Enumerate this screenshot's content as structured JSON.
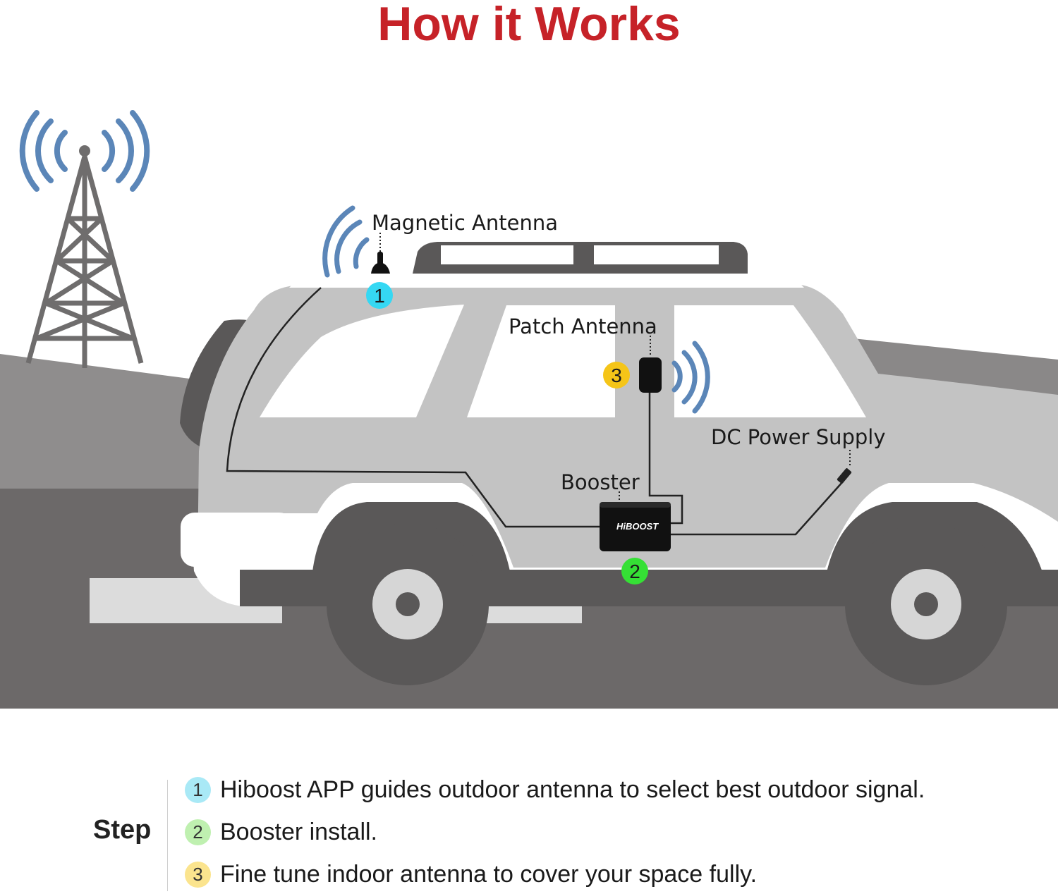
{
  "title": "How it Works",
  "colors": {
    "title": "#c62228",
    "signal_waves": "#5b86b8",
    "badge_1": "#35d8f3",
    "badge_2": "#35e035",
    "badge_3": "#f5c518",
    "step_1_circle": "#a9e9f6",
    "step_2_circle": "#bff0b0",
    "step_3_circle": "#fbe48e"
  },
  "diagram": {
    "labels": {
      "magnetic_antenna": "Magnetic Antenna",
      "patch_antenna": "Patch Antenna",
      "dc_power_supply": "DC Power Supply",
      "booster": "Booster"
    },
    "badges": {
      "antenna": "1",
      "booster": "2",
      "patch": "3"
    },
    "brand": "HiBOOST"
  },
  "steps": {
    "heading": "Step",
    "items": [
      {
        "num": "1",
        "text": "Hiboost APP guides outdoor antenna to select best outdoor signal."
      },
      {
        "num": "2",
        "text": "Booster install."
      },
      {
        "num": "3",
        "text": "Fine tune indoor antenna to cover your space fully."
      }
    ]
  }
}
